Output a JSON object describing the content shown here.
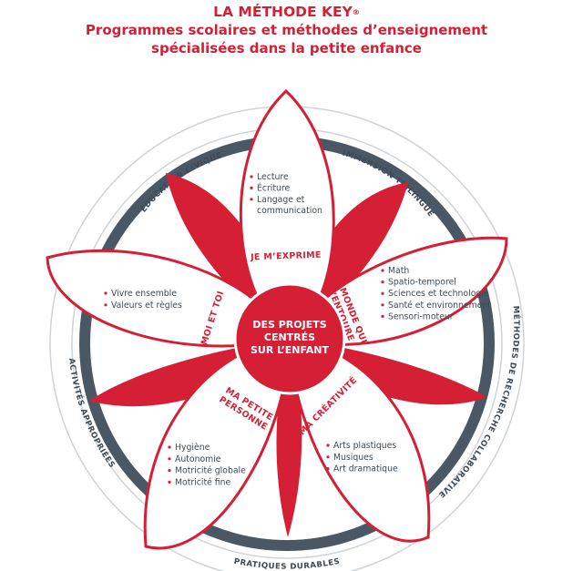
{
  "header": {
    "title": "LA MÉTHODE KEY",
    "title_mark": "®",
    "subtitle_line1": "Programmes scolaires et méthodes d’enseignement",
    "subtitle_line2": "spécialisées dans la petite enfance"
  },
  "ring": {
    "top_left": "ÉDUCATION CIVIQUE",
    "top_right": "IMMERSION TRILINGUE",
    "right": "MÉTHODES DE RECHERCHE COLLABORATIVE",
    "bottom": "PRATIQUES DURABLES",
    "left": "ACTIVITÉS APPROPRIÉES"
  },
  "center": {
    "line1": "DES PROJETS",
    "line2": "CENTRÉS",
    "line3": "SUR L’ENFANT"
  },
  "petals": {
    "top": {
      "title": "JE M’EXPRIME",
      "items": [
        "Lecture",
        "Écriture",
        "Langage et",
        "communication"
      ]
    },
    "right": {
      "title_line1": "LE MONDE QUI",
      "title_line2": "M’ENTOURE",
      "items": [
        "Math",
        "Spatio-temporel",
        "Sciences et technologie",
        "Santé et environnement",
        "Sensori-moteur"
      ]
    },
    "bottom_right": {
      "title": "MA CRÉATIVITÉ",
      "items": [
        "Arts plastiques",
        "Musiques",
        "Art dramatique"
      ]
    },
    "bottom_left": {
      "title_line1": "MA PETITE",
      "title_line2": "PERSONNE",
      "items": [
        "Hygiène",
        "Autonomie",
        "Motricité globale",
        "Motricité fine"
      ]
    },
    "left": {
      "title": "MOI ET TOI",
      "items": [
        "Vivre ensemble",
        "Valeurs et règles"
      ]
    }
  },
  "colors": {
    "red": "#d41f35",
    "dark_ring": "#4a5866",
    "light_ring": "#d7dbe0",
    "text": "#3e4a55"
  }
}
